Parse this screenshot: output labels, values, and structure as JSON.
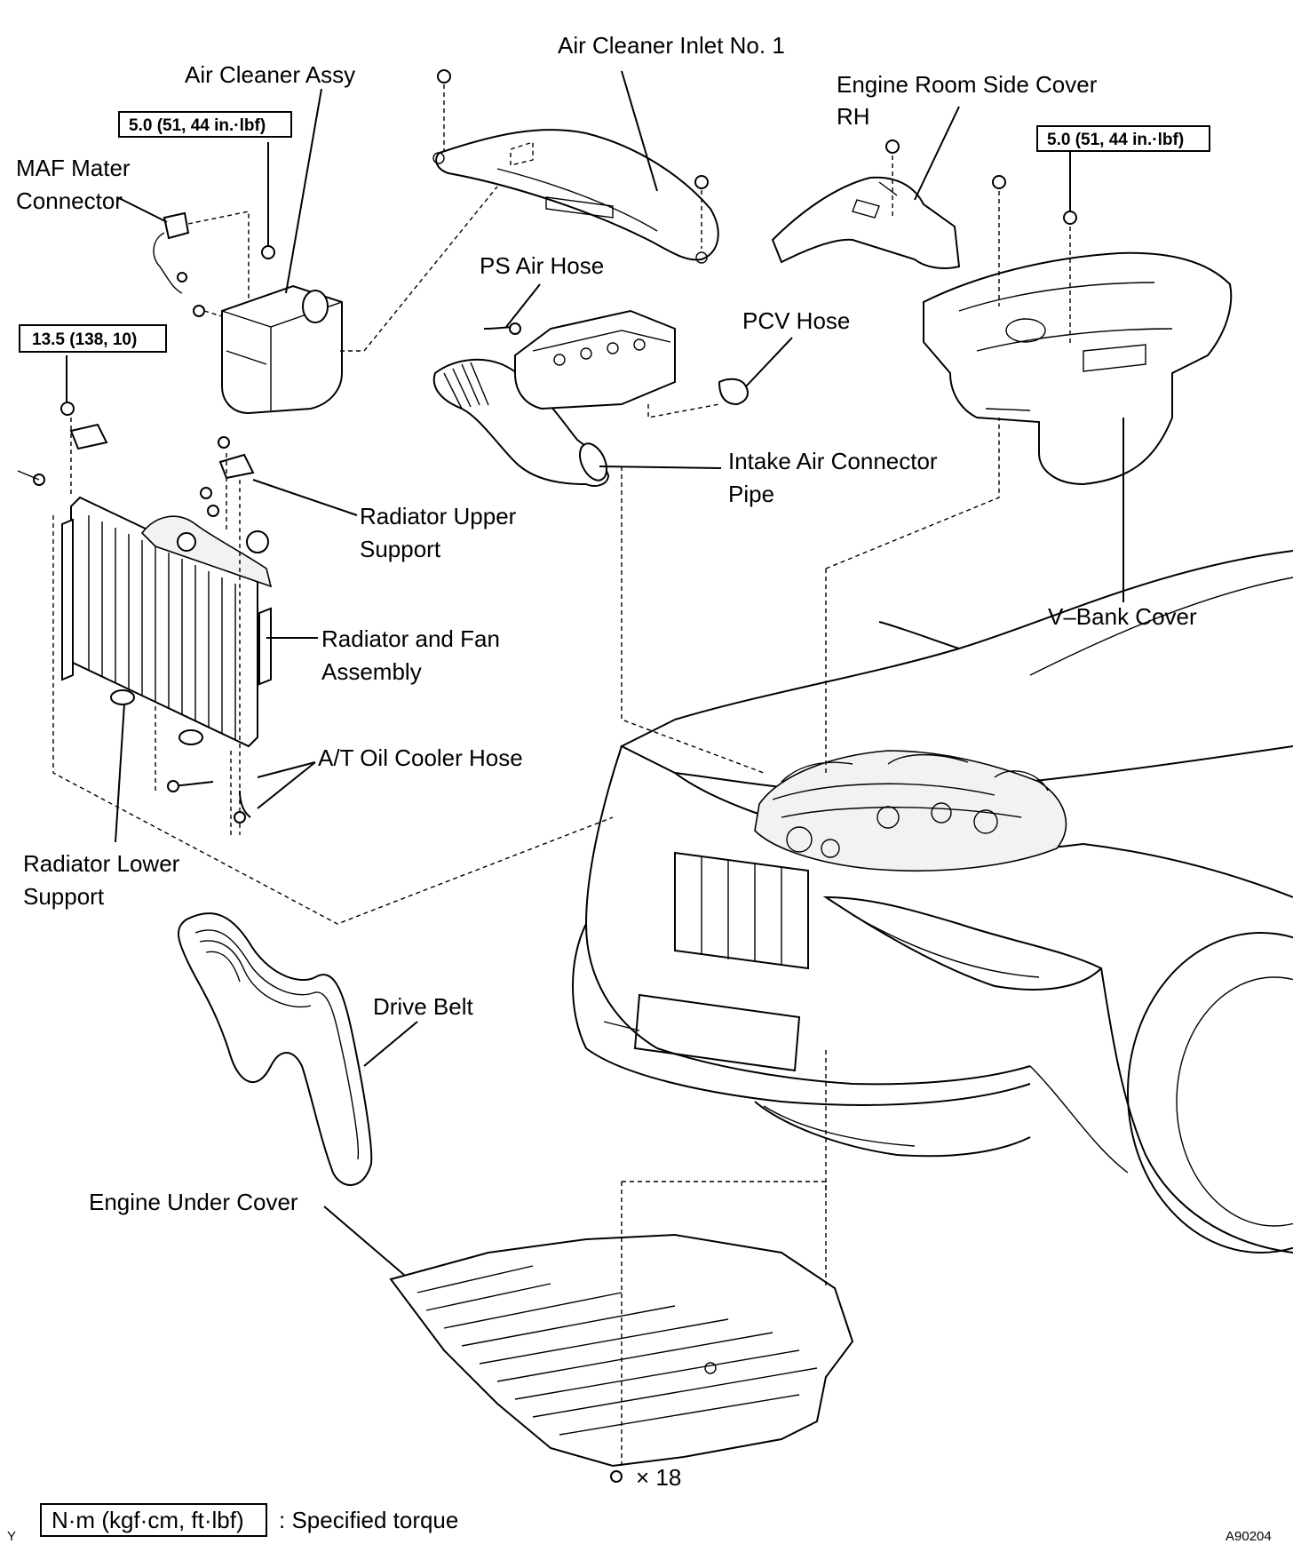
{
  "labels": {
    "air_cleaner_inlet": "Air Cleaner Inlet No. 1",
    "air_cleaner_assy": "Air Cleaner Assy",
    "engine_room_cover_1": "Engine  Room  Side  Cover",
    "engine_room_cover_2": "RH",
    "maf_1": "MAF Mater",
    "maf_2": "Connector",
    "ps_air_hose": "PS Air Hose",
    "pcv_hose": "PCV Hose",
    "intake_1": "Intake  Air  Connector",
    "intake_2": "Pipe",
    "radiator_upper_1": "Radiator  Upper",
    "radiator_upper_2": "Support",
    "radiator_fan_1": "Radiator and Fan",
    "radiator_fan_2": "Assembly",
    "vbank_cover": "V–Bank Cover",
    "at_oil_cooler": "A/T Oil Cooler Hose",
    "radiator_lower_1": "Radiator  Lower",
    "radiator_lower_2": "Support",
    "drive_belt": "Drive Belt",
    "engine_under_cover": "Engine Under Cover"
  },
  "torques": {
    "air_cleaner": "5.0 (51, 44 in.·lbf)",
    "vbank": "5.0 (51, 44 in.·lbf)",
    "radiator_support": "13.5 (138, 10)"
  },
  "bolt_count": "× 18",
  "legend": {
    "unit_box": "N·m (kgf·cm, ft·lbf)",
    "description": ": Specified torque"
  },
  "corner_left": "Y",
  "figure_code": "A90204"
}
